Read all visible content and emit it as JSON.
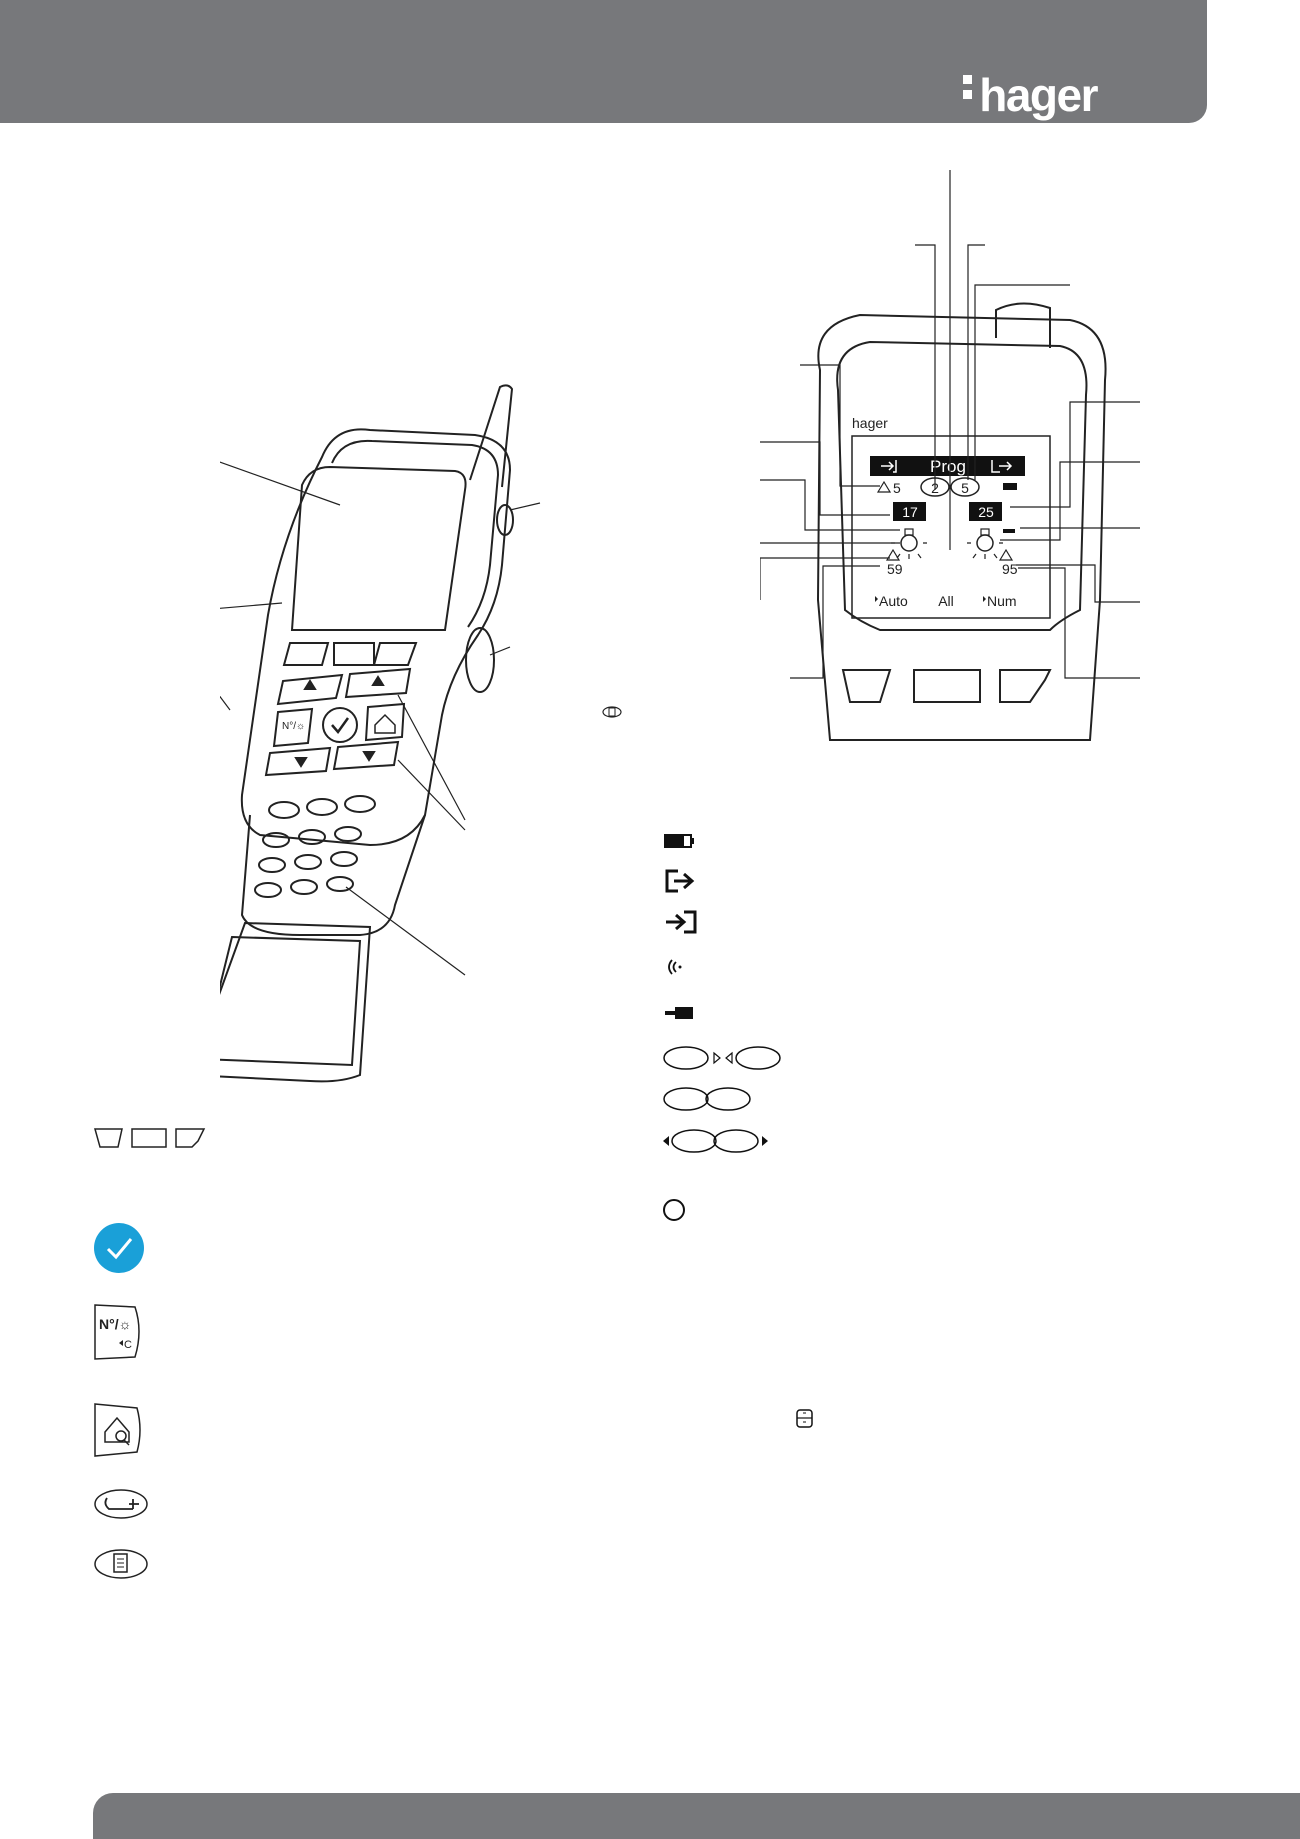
{
  "brand": {
    "logo": "hager"
  },
  "lcd": {
    "brand": "hager",
    "mode": "Prog",
    "alarm_count": "5",
    "circle_left": "2",
    "circle_right": "5",
    "box_left": "17",
    "box_right": "25",
    "value_left": "59",
    "value_right": "95",
    "softkey_left": "Auto",
    "softkey_center": "All",
    "softkey_right": "Num"
  },
  "icon_legend": [
    "battery-icon",
    "exit-arrow-icon",
    "enter-arrow-icon",
    "radio-wave-icon",
    "plug-icon",
    "ovals-arrows-inward-icon",
    "ovals-joined-icon",
    "ovals-arrows-outward-icon",
    "circle-icon"
  ],
  "key_legend": [
    "softkeys-icon",
    "validate-check-icon",
    "number-light-key-icon",
    "house-search-key-icon",
    "tool-key-icon",
    "document-key-icon"
  ],
  "colors": {
    "band": "#77787b",
    "validate": "#1aa0d8"
  }
}
